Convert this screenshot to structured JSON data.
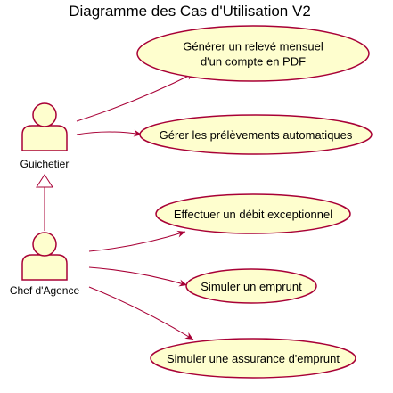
{
  "diagram": {
    "title": "Diagramme des Cas d'Utilisation V2",
    "actors": [
      {
        "id": "guichetier",
        "name": "Guichetier"
      },
      {
        "id": "chef",
        "name": "Chef d'Agence"
      }
    ],
    "use_cases": [
      {
        "id": "uc1",
        "lines": [
          "Générer un relevé mensuel",
          "d'un compte en PDF"
        ]
      },
      {
        "id": "uc2",
        "lines": [
          "Gérer les prélèvements automatiques"
        ]
      },
      {
        "id": "uc3",
        "lines": [
          "Effectuer un débit exceptionnel"
        ]
      },
      {
        "id": "uc4",
        "lines": [
          "Simuler un emprunt"
        ]
      },
      {
        "id": "uc5",
        "lines": [
          "Simuler une assurance d'emprunt"
        ]
      }
    ],
    "associations": [
      {
        "from": "guichetier",
        "to": "uc1"
      },
      {
        "from": "guichetier",
        "to": "uc2"
      },
      {
        "from": "chef",
        "to": "uc3"
      },
      {
        "from": "chef",
        "to": "uc4"
      },
      {
        "from": "chef",
        "to": "uc5"
      }
    ],
    "generalizations": [
      {
        "child": "chef",
        "parent": "guichetier"
      }
    ],
    "colors": {
      "fill": "#FEFECE",
      "stroke": "#A80036",
      "text": "#000000",
      "background": "#FFFFFF"
    }
  }
}
